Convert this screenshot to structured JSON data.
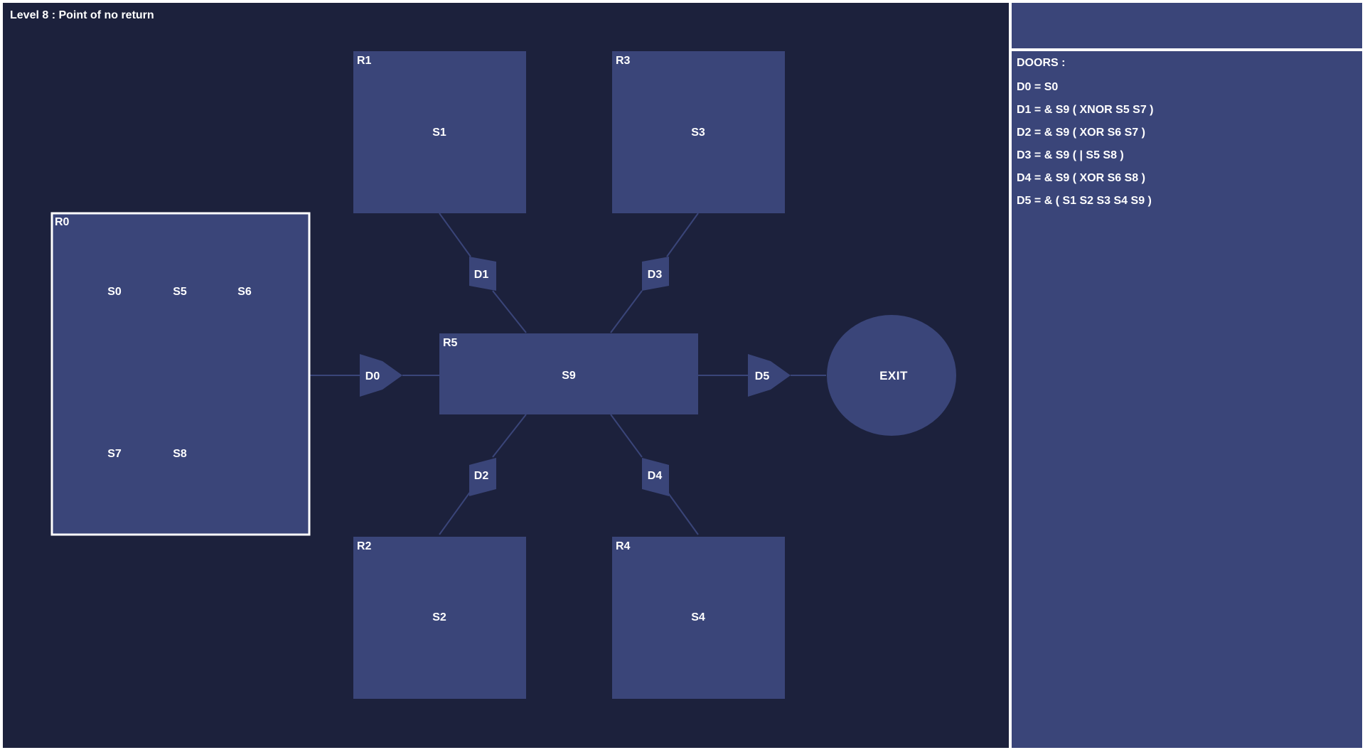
{
  "level": {
    "title": "Level 8 : Point of no return"
  },
  "rooms": [
    {
      "id": "R0",
      "label": "R0",
      "active": true,
      "switches": [
        "S0",
        "S5",
        "S6",
        "S7",
        "S8"
      ]
    },
    {
      "id": "R1",
      "label": "R1",
      "active": false,
      "switches": [
        "S1"
      ]
    },
    {
      "id": "R2",
      "label": "R2",
      "active": false,
      "switches": [
        "S2"
      ]
    },
    {
      "id": "R3",
      "label": "R3",
      "active": false,
      "switches": [
        "S3"
      ]
    },
    {
      "id": "R4",
      "label": "R4",
      "active": false,
      "switches": [
        "S4"
      ]
    },
    {
      "id": "R5",
      "label": "R5",
      "active": false,
      "switches": [
        "S9"
      ]
    }
  ],
  "doors": [
    "D0",
    "D1",
    "D2",
    "D3",
    "D4",
    "D5"
  ],
  "exit": {
    "label": "EXIT"
  },
  "panel": {
    "title": "DOORS :",
    "expressions": [
      "D0 = S0",
      "D1 = & S9 ( XNOR S5 S7 )",
      "D2 = & S9 ( XOR S6 S7 )",
      "D3 = & S9 ( | S5 S8 )",
      "D4 = & S9 ( XOR S6 S8 )",
      "D5 = & ( S1 S2 S3 S4 S9 )"
    ]
  },
  "colors": {
    "background": "#1c213c",
    "room_fill": "#3a4579",
    "active_outline": "#ffffff",
    "text": "#ffffff"
  }
}
